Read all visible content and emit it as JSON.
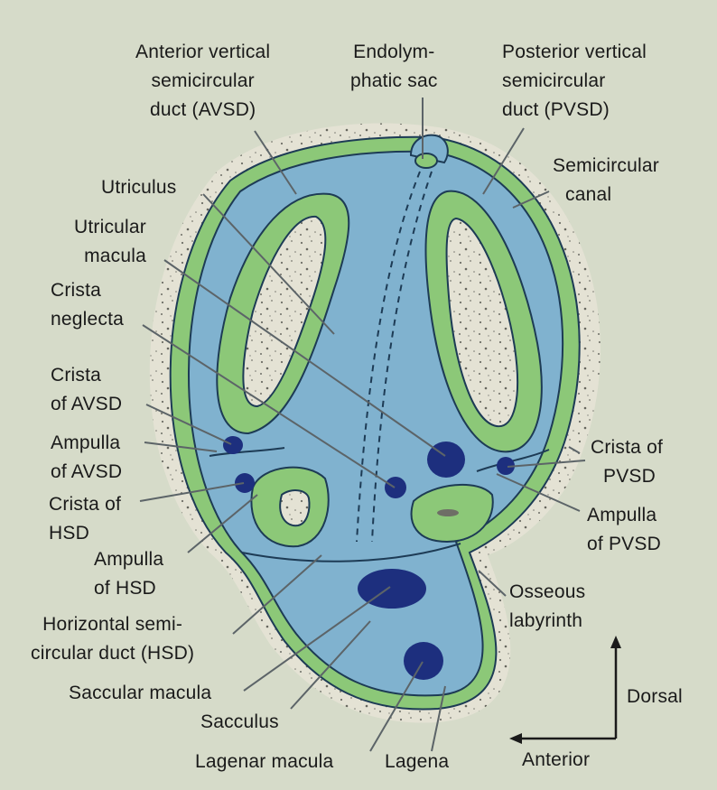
{
  "labels": {
    "avsd": [
      "Anterior vertical",
      "semicircular",
      "duct (AVSD)"
    ],
    "endolymphatic": [
      "Endolym-",
      "phatic sac"
    ],
    "pvsd": [
      "Posterior vertical",
      "semicircular",
      "duct (PVSD)"
    ],
    "semicircular_canal": [
      "Semicircular",
      "canal"
    ],
    "utriculus": [
      "Utriculus"
    ],
    "utricular_macula": [
      "Utricular",
      "macula"
    ],
    "crista_neglecta": [
      "Crista",
      "neglecta"
    ],
    "crista_avsd": [
      "Crista",
      "of AVSD"
    ],
    "ampulla_avsd": [
      "Ampulla",
      "of AVSD"
    ],
    "crista_hsd": [
      "Crista of",
      "HSD"
    ],
    "ampulla_hsd": [
      "Ampulla",
      "of HSD"
    ],
    "hsd": [
      "Horizontal semi-",
      "circular duct (HSD)"
    ],
    "saccular_macula": [
      "Saccular macula"
    ],
    "sacculus": [
      "Sacculus"
    ],
    "lagenar_macula": [
      "Lagenar macula"
    ],
    "lagena": [
      "Lagena"
    ],
    "crista_pvsd": [
      "Crista of",
      "PVSD"
    ],
    "ampulla_pvsd": [
      "Ampulla",
      "of PVSD"
    ],
    "osseous": [
      "Osseous",
      "labyrinth"
    ],
    "dorsal": [
      "Dorsal"
    ],
    "anterior": [
      "Anterior"
    ]
  },
  "colors": {
    "background": "#d6dbc9",
    "bone": "#e4e2d4",
    "membrane_green": "#8cc878",
    "endolymph_blue": "#80b2cf",
    "sensory_dark_blue": "#1d2f7e",
    "outline": "#1d3b55",
    "leader_line": "#5c6468"
  }
}
